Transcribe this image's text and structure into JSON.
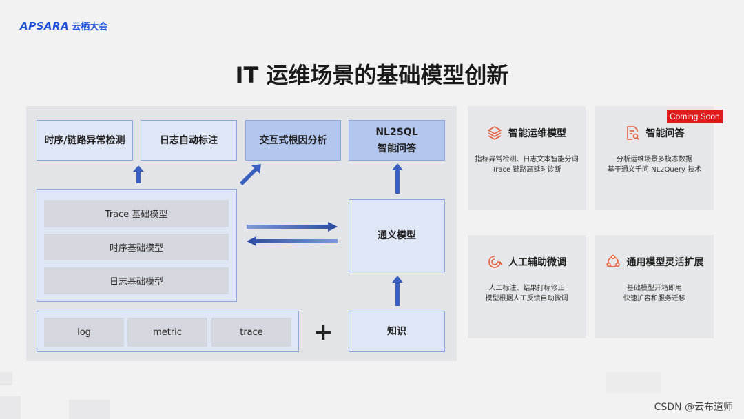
{
  "logo": {
    "brand": "APSARA",
    "suffix": "云栖大会"
  },
  "title": "IT 运维场景的基础模型创新",
  "diagram": {
    "top_boxes": [
      "时序/链路异常检测",
      "日志自动标注",
      "交互式根因分析"
    ],
    "nl2sql": {
      "line1": "NL2SQL",
      "line2": "智能问答"
    },
    "base_models": [
      "Trace 基础模型",
      "时序基础模型",
      "日志基础模型"
    ],
    "data_sources": [
      "log",
      "metric",
      "trace"
    ],
    "center_model": "通义模型",
    "knowledge": "知识"
  },
  "cards": [
    {
      "title": "智能运维模型",
      "icon": "layers-icon",
      "line1": "指标异常检测、日志文本智能分词",
      "line2": "Trace 链路高延时诊断"
    },
    {
      "title": "智能问答",
      "icon": "document-search-icon",
      "line1": "分析运维场景多模态数据",
      "line2": "基于通义千问 NL2Query 技术"
    },
    {
      "title": "人工辅助微调",
      "icon": "swirl-icon",
      "line1": "人工标注、结果打标修正",
      "line2": "模型根据人工反馈自动微调"
    },
    {
      "title": "通用模型灵活扩展",
      "icon": "share-nodes-icon",
      "line1": "基础模型开箱即用",
      "line2": "快速扩容和服务迁移"
    }
  ],
  "badge": "Coming Soon",
  "watermark": "CSDN @云布道师",
  "colors": {
    "accent": "#1e4fd6",
    "arrow": "#2f4fa8",
    "icon": "#e8603c",
    "badge": "#e01b1b"
  }
}
